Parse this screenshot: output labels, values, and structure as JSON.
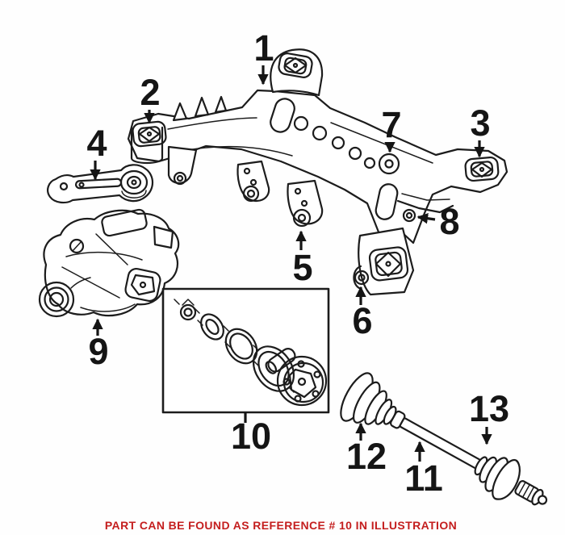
{
  "caption": {
    "text": "PART CAN BE FOUND AS REFERENCE # 10 IN ILLUSTRATION",
    "color": "#c41e1e"
  },
  "callouts": [
    {
      "label": "1"
    },
    {
      "label": "2"
    },
    {
      "label": "3"
    },
    {
      "label": "4"
    },
    {
      "label": "5"
    },
    {
      "label": "6"
    },
    {
      "label": "7"
    },
    {
      "label": "8"
    },
    {
      "label": "9"
    },
    {
      "label": "10"
    },
    {
      "label": "11"
    },
    {
      "label": "12"
    },
    {
      "label": "13"
    }
  ]
}
